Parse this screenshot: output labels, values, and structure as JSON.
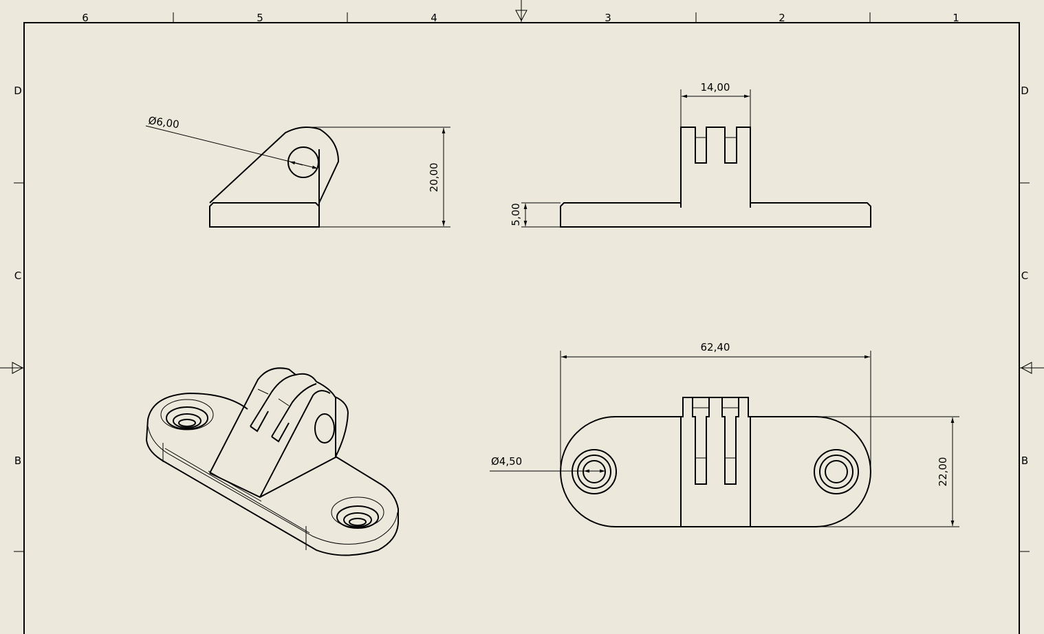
{
  "sheet": {
    "background": "#ECE9DC",
    "column_labels": [
      "6",
      "5",
      "4",
      "3",
      "2",
      "1"
    ],
    "row_labels": [
      "D",
      "C",
      "B"
    ]
  },
  "views": {
    "side_view": {
      "hole_diameter": "Ø6,00",
      "height": "20,00"
    },
    "front_view": {
      "mount_width": "14,00",
      "base_thickness": "5,00"
    },
    "top_view": {
      "length": "62,40",
      "width": "22,00",
      "hole_diameter": "Ø4,50"
    },
    "isometric_view": {}
  }
}
